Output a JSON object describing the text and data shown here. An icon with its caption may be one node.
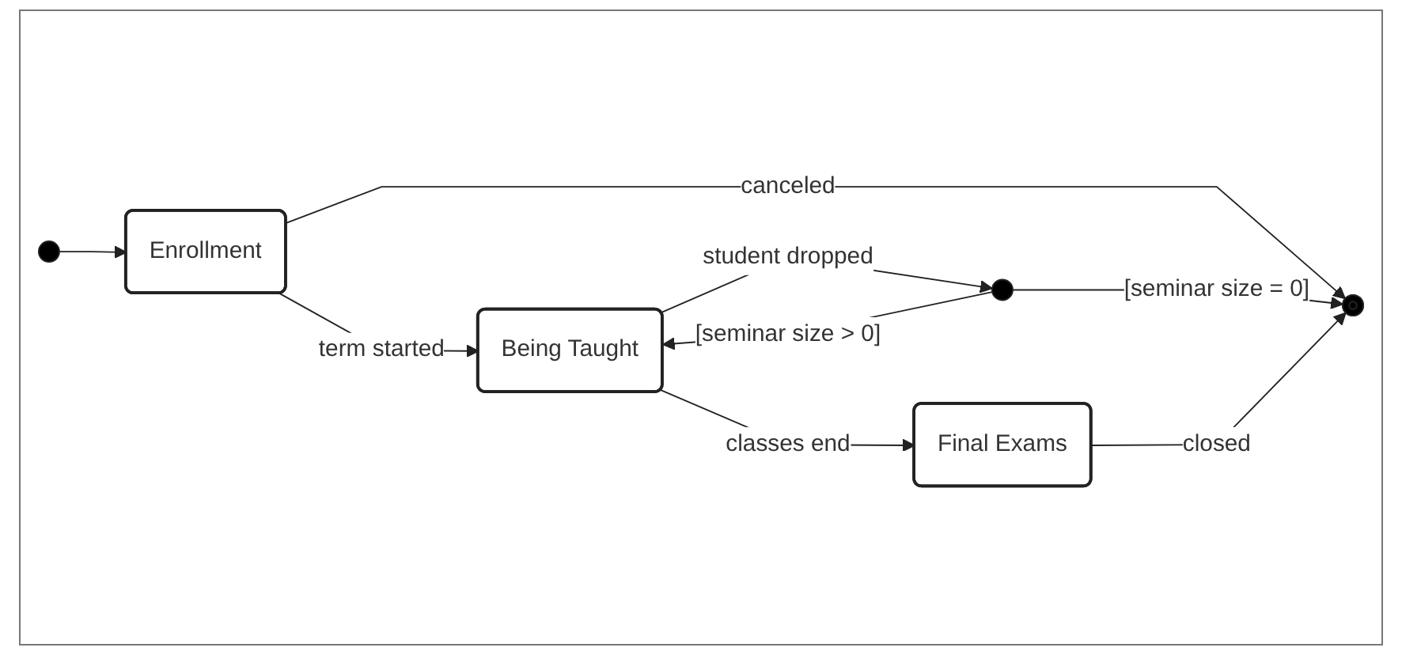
{
  "diagram": {
    "nodes": [
      {
        "text": [],
        "shape": "circle"
      },
      {
        "text": [
          "Enrollment"
        ]
      },
      {
        "text": [
          "Being Taught"
        ]
      },
      {
        "text": [
          "Final Exams"
        ]
      },
      {
        "text": [],
        "shape": "circle"
      },
      {
        "text": [],
        "shape": "bullseye"
      }
    ],
    "edges": [
      {
        "from": 0,
        "to": 1,
        "arrow": "to"
      },
      {
        "from": 1,
        "to": 2,
        "label": "term started",
        "arrow": "to"
      },
      {
        "from": 2,
        "to": 3,
        "label": "classes end",
        "arrow": "to"
      },
      {
        "from": 1,
        "to": 5,
        "label": "canceled",
        "arrow": "to"
      },
      {
        "from": 2,
        "to": 4,
        "label": "student dropped",
        "arrow": "to"
      },
      {
        "from": 4,
        "to": 2,
        "label": "[seminar size > 0]",
        "arrow": "to"
      },
      {
        "from": 4,
        "to": 5,
        "label": "[seminar size = 0]",
        "arrow": "to"
      },
      {
        "from": 3,
        "to": 5,
        "label": "closed",
        "arrow": "to"
      }
    ]
  }
}
